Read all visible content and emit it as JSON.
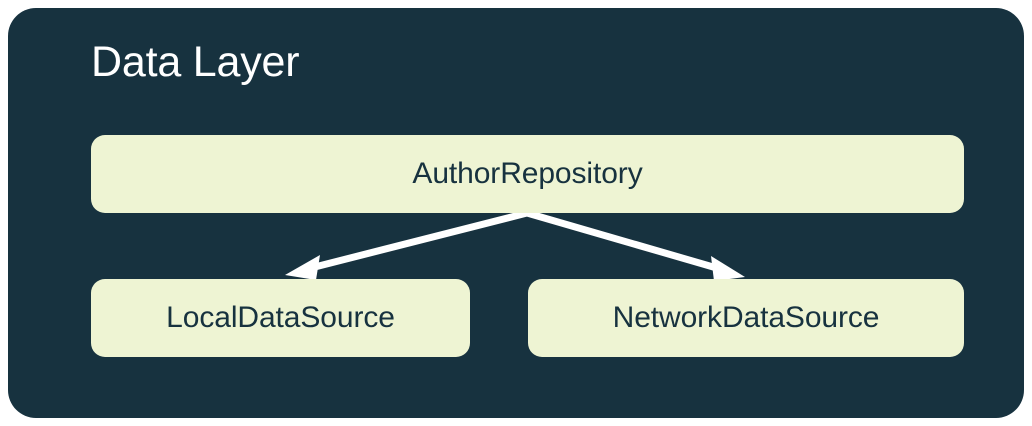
{
  "diagram": {
    "title": "Data Layer",
    "colors": {
      "container_bg": "#17323F",
      "node_bg": "#EEF4D3",
      "node_text": "#17323F",
      "title_text": "#FFFFFF",
      "arrow": "#FFFFFF",
      "page_bg": "#FFFFFF"
    },
    "nodes": [
      {
        "id": "repository",
        "label": "AuthorRepository"
      },
      {
        "id": "local",
        "label": "LocalDataSource"
      },
      {
        "id": "network",
        "label": "NetworkDataSource"
      }
    ],
    "edges": [
      {
        "from": "repository",
        "to": "local",
        "style": "solid-arrow"
      },
      {
        "from": "repository",
        "to": "network",
        "style": "solid-arrow"
      }
    ]
  }
}
